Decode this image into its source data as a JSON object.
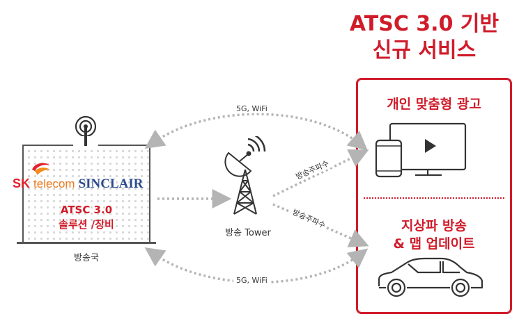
{
  "header": {
    "title_line1": "ATSC 3.0 기반",
    "title_line2": "신규 서비스"
  },
  "services": {
    "ads": "개인 맞춤형 광고",
    "broadcast_line1": "지상파 방송",
    "broadcast_line2": "& 맵 업데이트"
  },
  "station": {
    "brand_sk": "SK",
    "brand_telecom": "telecom",
    "brand_sinclair": "SINCLAIR",
    "solution_line1": "ATSC 3.0",
    "solution_line2": "솔루션 /장비",
    "label": "방송국"
  },
  "tower": {
    "label": "방송 Tower"
  },
  "links": {
    "top": "5G, WiFi",
    "bottom": "5G, WiFi",
    "freq_upper": "방송주파수",
    "freq_lower": "방송주파수"
  },
  "colors": {
    "accent": "#d01c2a",
    "arrow": "#b4b4b4",
    "icon": "#333333"
  }
}
